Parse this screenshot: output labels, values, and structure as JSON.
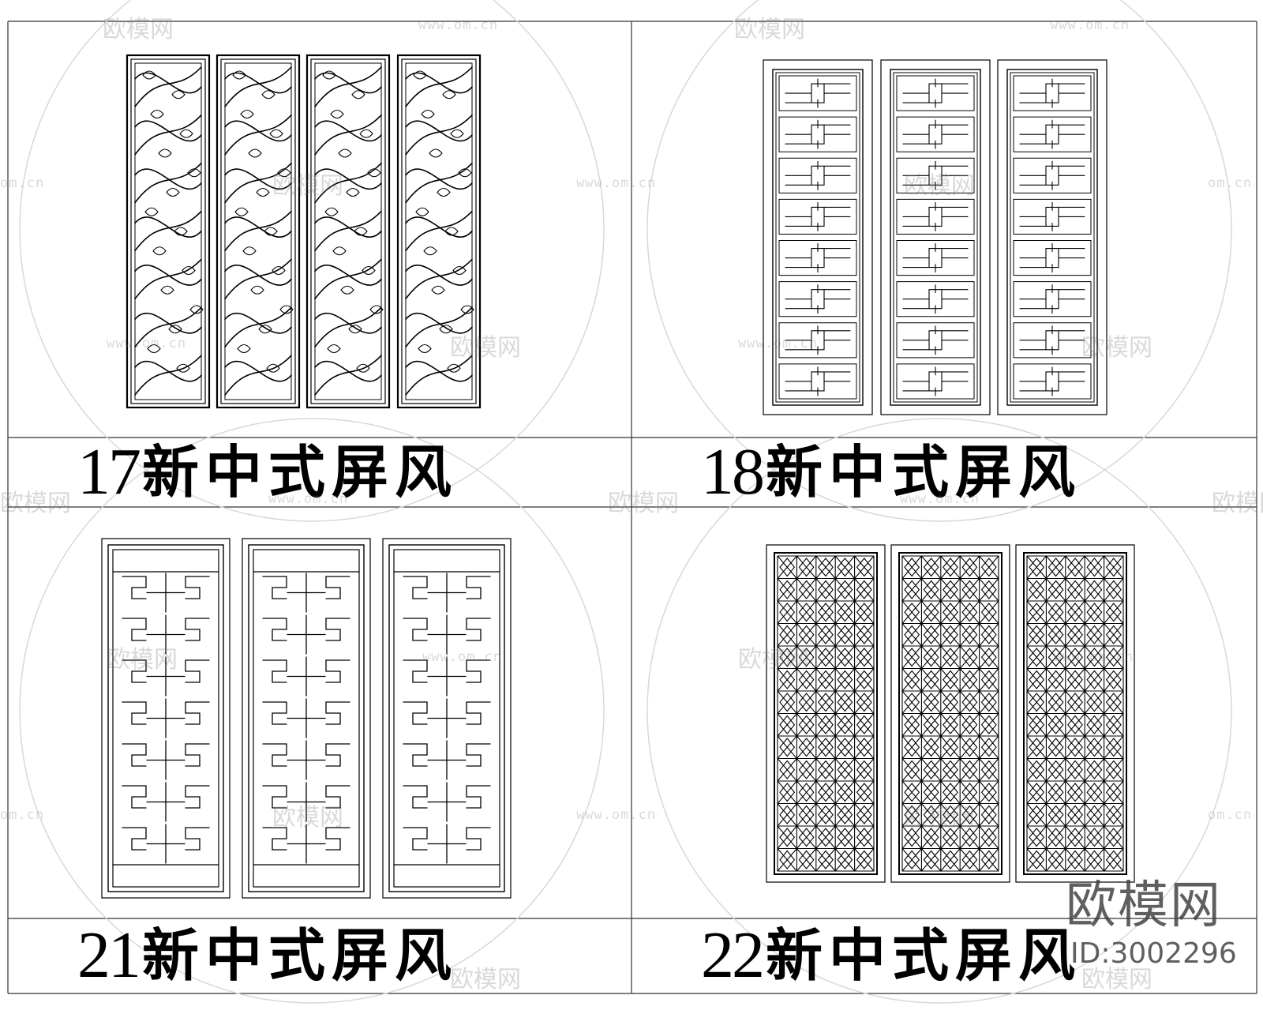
{
  "captions": [
    {
      "number": "17",
      "text": "新中式屏风"
    },
    {
      "number": "18",
      "text": "新中式屏风"
    },
    {
      "number": "21",
      "text": "新中式屏风"
    },
    {
      "number": "22",
      "text": "新中式屏风"
    }
  ],
  "watermark": {
    "logo_text": "欧模网",
    "url_text": "www.om.cn",
    "url_short": "om.cn"
  },
  "brand": {
    "name": "欧模网",
    "id_text": "ID:3002296"
  },
  "colors": {
    "line": "#000000",
    "grid": "#333333",
    "watermark": "#7a7a7a"
  }
}
